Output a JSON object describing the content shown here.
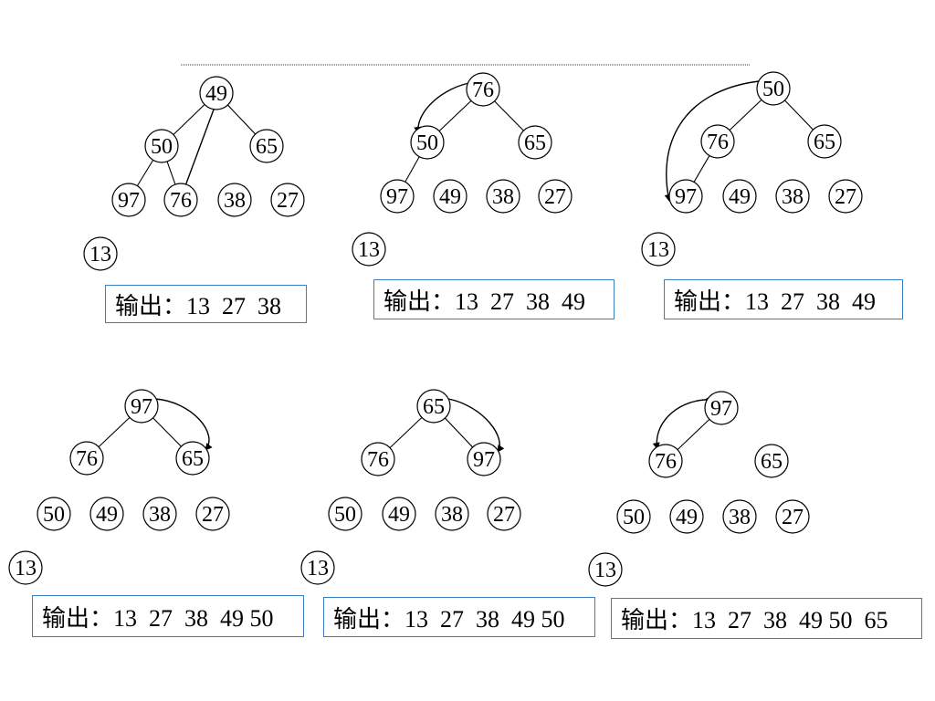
{
  "panels": [
    {
      "id": "p1",
      "nodes": [
        "49",
        "50",
        "65",
        "97",
        "76",
        "38",
        "27",
        "13"
      ],
      "output": "输出：13  27  38"
    },
    {
      "id": "p2",
      "nodes": [
        "76",
        "50",
        "65",
        "97",
        "49",
        "38",
        "27",
        "13"
      ],
      "output": "输出：13  27  38  49"
    },
    {
      "id": "p3",
      "nodes": [
        "50",
        "76",
        "65",
        "97",
        "49",
        "38",
        "27",
        "13"
      ],
      "output": "输出：13  27  38  49"
    },
    {
      "id": "p4",
      "nodes": [
        "97",
        "76",
        "65",
        "50",
        "49",
        "38",
        "27",
        "13"
      ],
      "output": "输出：13  27  38  49 50"
    },
    {
      "id": "p5",
      "nodes": [
        "65",
        "76",
        "97",
        "50",
        "49",
        "38",
        "27",
        "13"
      ],
      "output": "输出：13  27  38  49 50"
    },
    {
      "id": "p6",
      "nodes": [
        "97",
        "76",
        "65",
        "50",
        "49",
        "38",
        "27",
        "13"
      ],
      "output": "输出：13  27  38  49 50  65"
    }
  ]
}
